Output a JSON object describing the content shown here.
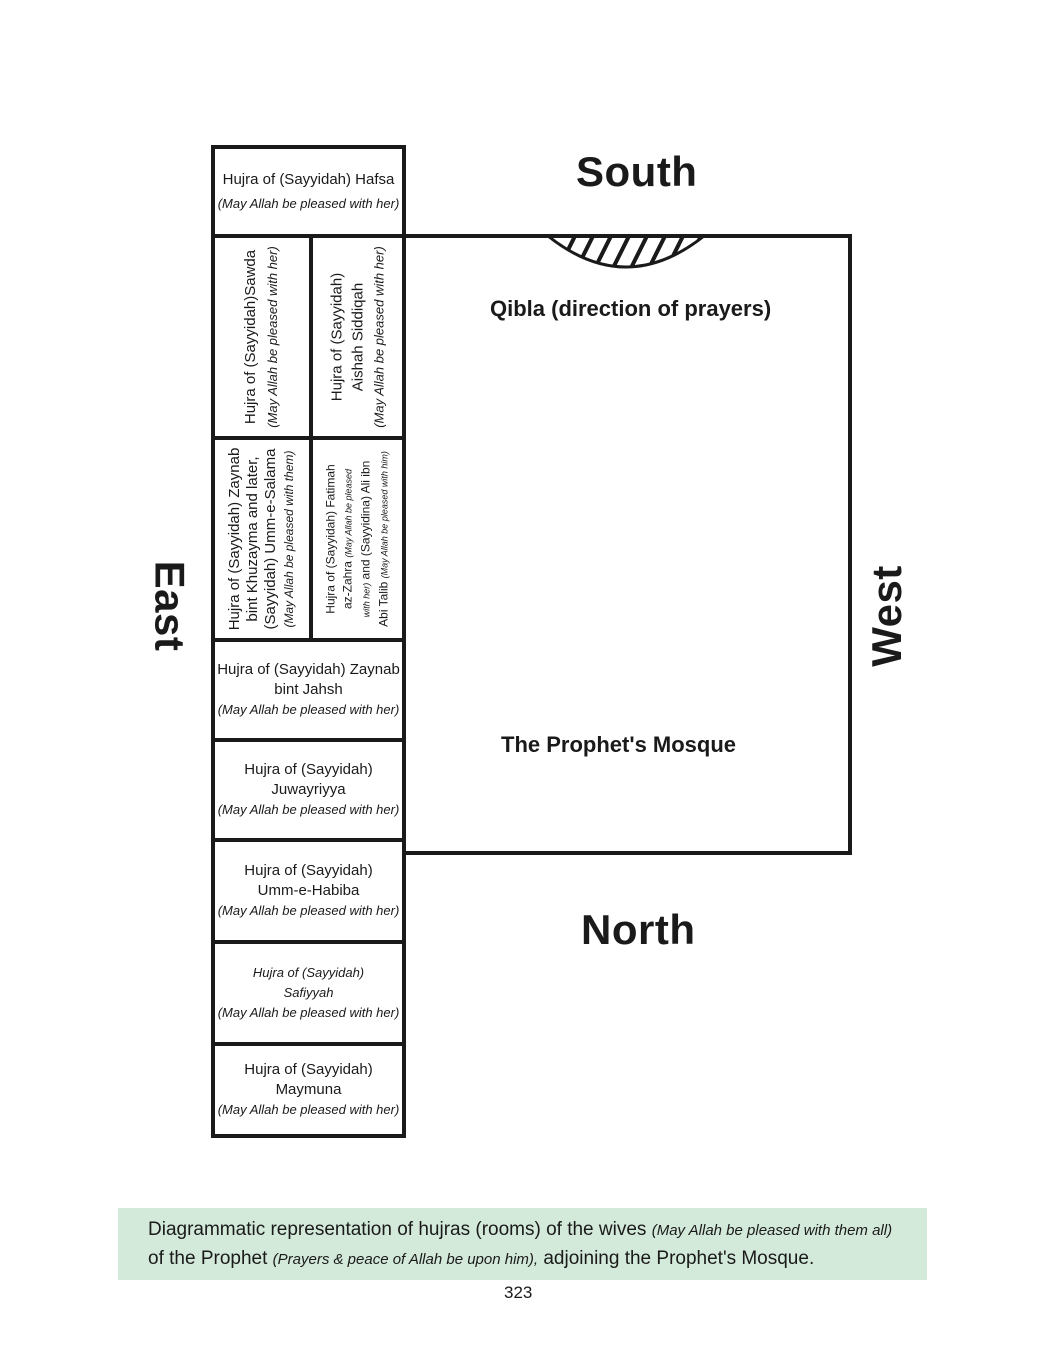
{
  "directions": {
    "south": "South",
    "north": "North",
    "east": "East",
    "west": "West"
  },
  "qibla": "Qibla (direction of prayers)",
  "mosque": "The Prophet's Mosque",
  "rooms": {
    "hafsa": {
      "line1": "Hujra of (Sayyidah) Hafsa",
      "blessing": "(May Allah be pleased with her)"
    },
    "sawda": {
      "line1": "Hujra of (Sayyidah)Sawda",
      "blessing": "(May Allah be pleased with her)"
    },
    "aishah": {
      "line1": "Hujra of (Sayyidah)",
      "line2": "Aishah Siddiqah",
      "blessing": "(May Allah be pleased with her)"
    },
    "zaynab_khuzayma": {
      "line1": "Hujra of (Sayyidah) Zaynab",
      "line2": "bint Khuzayma and later,",
      "line3": "(Sayyidah) Umm-e-Salama",
      "blessing": "(May Allah be pleased with them)"
    },
    "fatimah": {
      "line1": "Hujra of (Sayyidah) Fatimah",
      "line2a": "az-Zahra",
      "blessing_a": "(May Allah be pleased",
      "line3a": "with her)",
      "line3b": "and (Sayyidina) Ali ibn",
      "line4a": "Abi Talib",
      "blessing_b": "(May Allah be pleased with him)"
    },
    "zaynab_jahsh": {
      "line1": "Hujra of (Sayyidah) Zaynab",
      "line2": "bint Jahsh",
      "blessing": "(May Allah be pleased with her)"
    },
    "juwayriyya": {
      "line1": "Hujra of (Sayyidah)",
      "line2": "Juwayriyya",
      "blessing": "(May Allah be pleased with her)"
    },
    "habiba": {
      "line1": "Hujra of (Sayyidah)",
      "line2": "Umm-e-Habiba",
      "blessing": "(May Allah be pleased with her)"
    },
    "safiyyah": {
      "line1": "Hujra of (Sayyidah)",
      "line2": "Safiyyah",
      "blessing": "(May Allah be pleased with her)"
    },
    "maymuna": {
      "line1": "Hujra of (Sayyidah)",
      "line2": "Maymuna",
      "blessing": "(May Allah be pleased with her)"
    }
  },
  "caption": {
    "part1": "Diagrammatic representation of hujras (rooms) of the wives",
    "part2": "(May Allah be pleased with them all)",
    "part3": "of the Prophet",
    "part4": "(Prayers & peace of Allah be upon him),",
    "part5": "adjoining the Prophet's Mosque."
  },
  "page_number": "323"
}
